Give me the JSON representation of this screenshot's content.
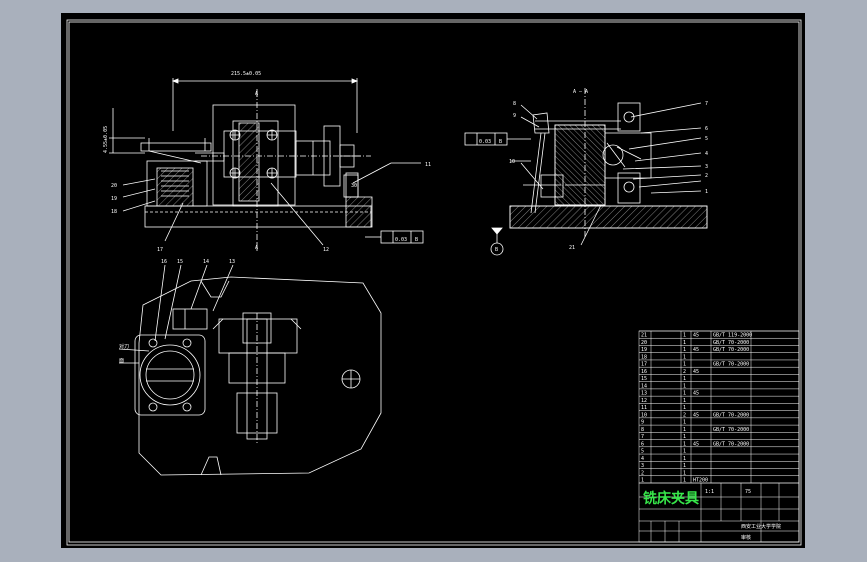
{
  "colors": {
    "background": "#a9b0bc",
    "canvas": "#000000",
    "line": "#ffffff",
    "title_text": "#37e64a"
  },
  "drawing": {
    "top_dim": "215.5±0.05",
    "left_dim": "4.55±0.05",
    "section_a": "A",
    "section_aa": "A — A",
    "tol_a": "0.03",
    "tol_a_ref": "B",
    "tol_b": "0.03",
    "tol_b_ref": "B",
    "datum": "B",
    "dim_small": "30",
    "label_dui": "对刀",
    "label_dui2": "面",
    "balloons_front": [
      "11",
      "12",
      "17",
      "18",
      "19",
      "20"
    ],
    "balloons_side": [
      "10",
      "8",
      "9",
      "7",
      "6",
      "5",
      "4",
      "3",
      "2",
      "1",
      "21"
    ],
    "balloons_plan": [
      "16",
      "15",
      "14",
      "13"
    ]
  },
  "title_block": {
    "title": "铣床夹具",
    "scale": "1:1",
    "sheet": "75",
    "school": "西安工业大学学院",
    "mark": "审核"
  },
  "bom_rows": [
    {
      "no": "21",
      "name": "",
      "qty": "1",
      "mat": "45",
      "std": "GB/T 119-2000"
    },
    {
      "no": "20",
      "name": "",
      "qty": "1",
      "mat": "",
      "std": "GB/T 70-2000"
    },
    {
      "no": "19",
      "name": "",
      "qty": "1",
      "mat": "45",
      "std": "GB/T 70-2000"
    },
    {
      "no": "18",
      "name": "",
      "qty": "1",
      "mat": "",
      "std": ""
    },
    {
      "no": "17",
      "name": "",
      "qty": "1",
      "mat": "",
      "std": "GB/T 70-2000"
    },
    {
      "no": "16",
      "name": "",
      "qty": "2",
      "mat": "45",
      "std": ""
    },
    {
      "no": "15",
      "name": "",
      "qty": "1",
      "mat": "",
      "std": ""
    },
    {
      "no": "14",
      "name": "",
      "qty": "1",
      "mat": "",
      "std": ""
    },
    {
      "no": "13",
      "name": "",
      "qty": "1",
      "mat": "45",
      "std": ""
    },
    {
      "no": "12",
      "name": "",
      "qty": "1",
      "mat": "",
      "std": ""
    },
    {
      "no": "11",
      "name": "",
      "qty": "1",
      "mat": "",
      "std": ""
    },
    {
      "no": "10",
      "name": "",
      "qty": "2",
      "mat": "45",
      "std": "GB/T 70-2000"
    },
    {
      "no": "9",
      "name": "",
      "qty": "1",
      "mat": "",
      "std": ""
    },
    {
      "no": "8",
      "name": "",
      "qty": "1",
      "mat": "",
      "std": "GB/T 70-2000"
    },
    {
      "no": "7",
      "name": "",
      "qty": "1",
      "mat": "",
      "std": ""
    },
    {
      "no": "6",
      "name": "",
      "qty": "1",
      "mat": "45",
      "std": "GB/T 70-2000"
    },
    {
      "no": "5",
      "name": "",
      "qty": "1",
      "mat": "",
      "std": ""
    },
    {
      "no": "4",
      "name": "",
      "qty": "1",
      "mat": "",
      "std": ""
    },
    {
      "no": "3",
      "name": "",
      "qty": "1",
      "mat": "",
      "std": ""
    },
    {
      "no": "2",
      "name": "",
      "qty": "1",
      "mat": "",
      "std": ""
    },
    {
      "no": "1",
      "name": "",
      "qty": "1",
      "mat": "HT200",
      "std": ""
    }
  ]
}
